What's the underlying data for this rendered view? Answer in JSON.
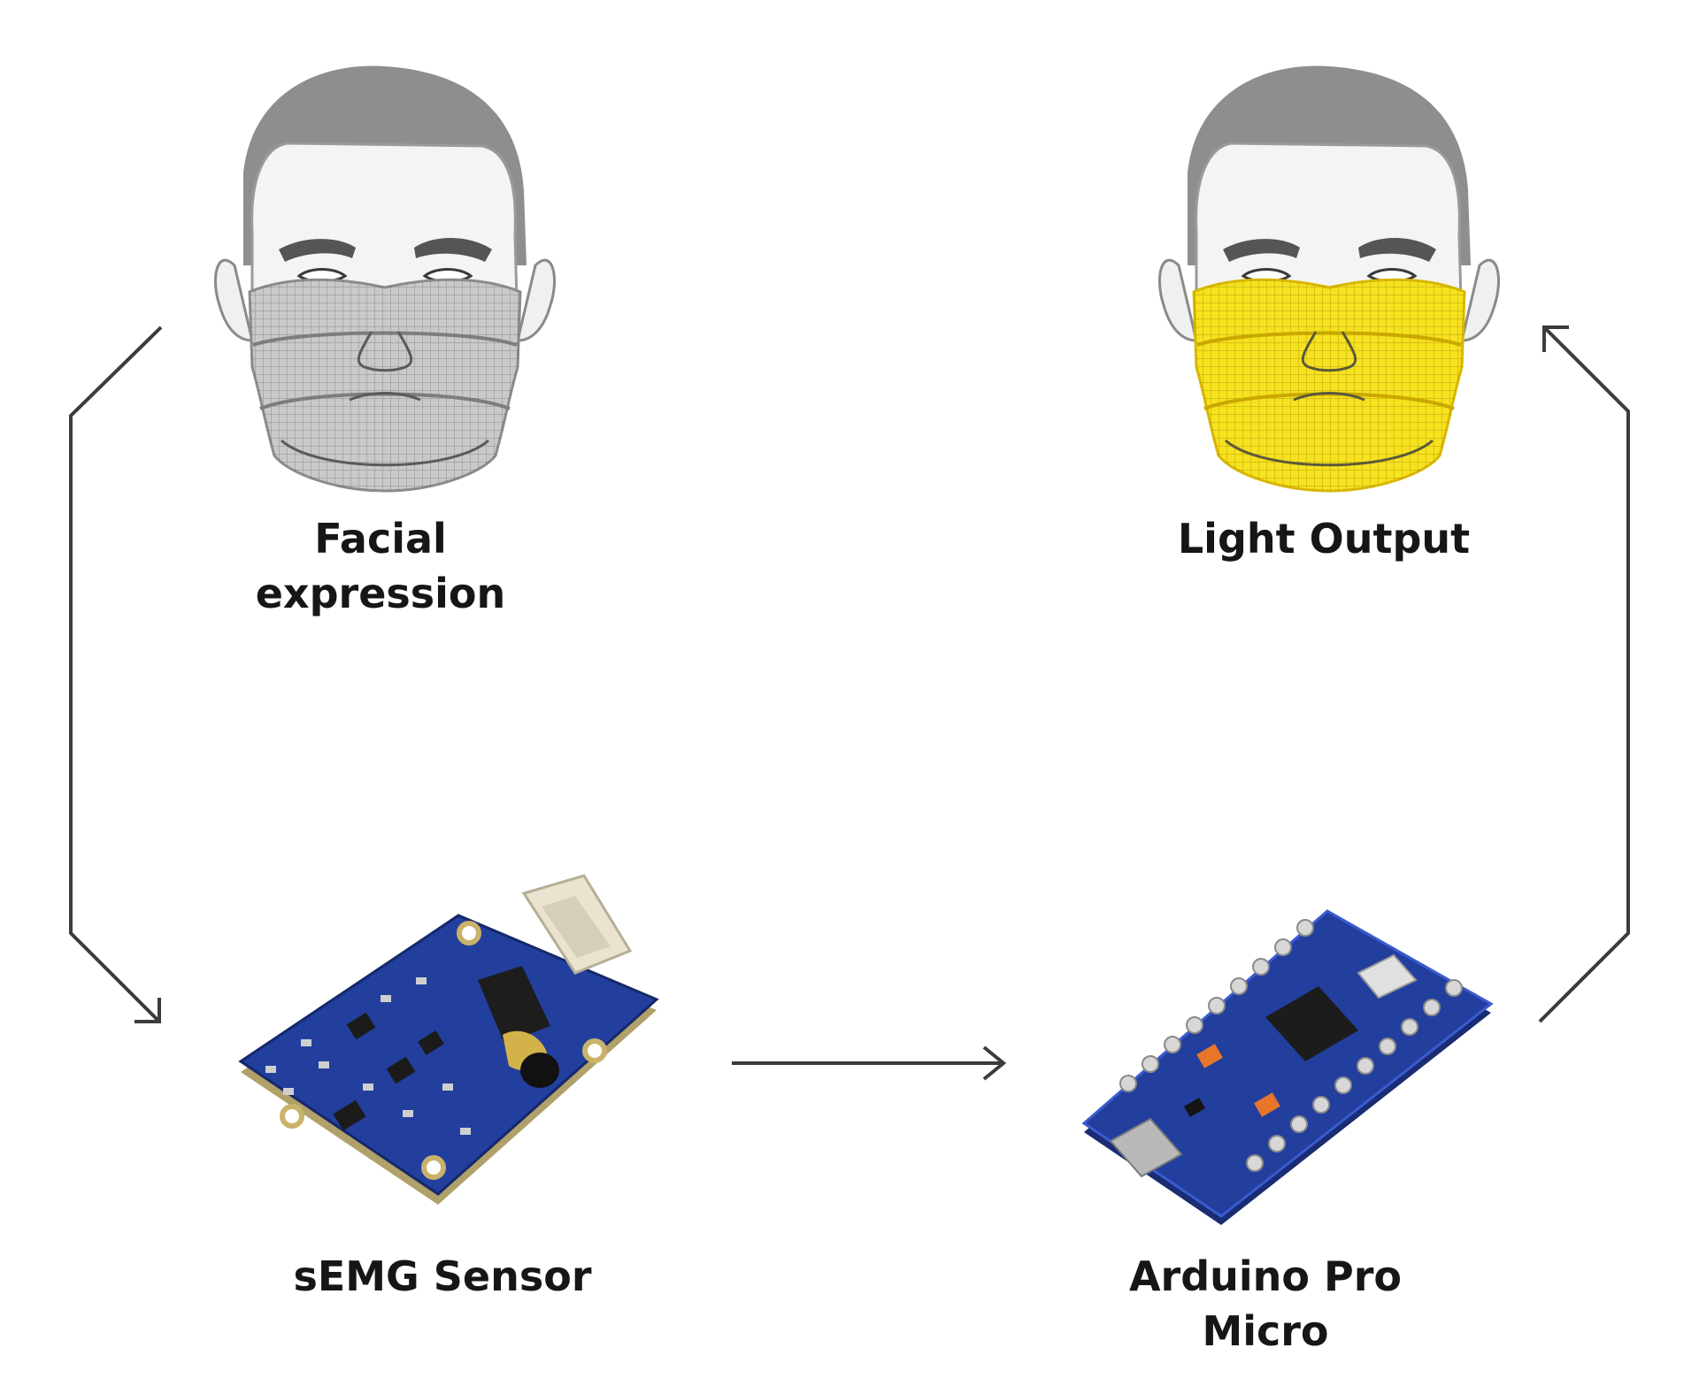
{
  "labels": {
    "facial_expression": [
      "Facial",
      "expression"
    ],
    "light_output": [
      "Light Output"
    ],
    "semg_sensor": [
      "sEMG Sensor"
    ],
    "arduino": [
      "Arduino Pro",
      "Micro"
    ]
  },
  "colors": {
    "arrow": "#3c3c3c",
    "face_hair": "#8e8e8e",
    "mask_plain": "#a8a8a8",
    "mask_lit": "#f6e21e",
    "board": "#223f9e",
    "connector": "#e9e3cf"
  },
  "icons": [
    "face-with-mask-icon",
    "face-with-lit-mask-icon",
    "semg-sensor-board-icon",
    "arduino-pro-micro-board-icon"
  ]
}
